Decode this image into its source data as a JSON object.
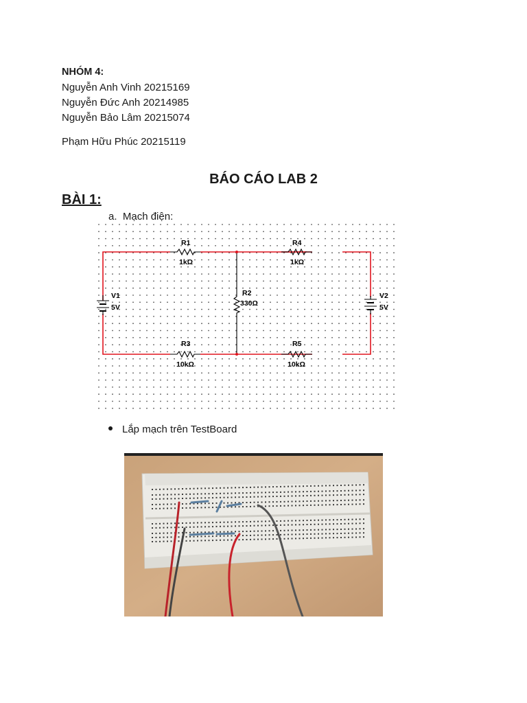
{
  "header": {
    "group_title": "NHÓM 4:",
    "members": [
      "Nguyễn Anh Vinh 20215169",
      "Nguyễn Đức Anh 20214985",
      "Nguyễn Bảo Lâm 20215074",
      "Phạm Hữu Phúc 20215119"
    ]
  },
  "report_title": "BÁO CÁO LAB 2",
  "section": {
    "title": "BÀI 1:",
    "item_a_label": "a.",
    "item_a_text": "Mạch điện:",
    "bullet_text": "Lắp mạch trên TestBoard"
  },
  "circuit": {
    "components": [
      {
        "name": "R1",
        "value": "1kΩ"
      },
      {
        "name": "R4",
        "value": "1kΩ"
      },
      {
        "name": "R2",
        "value": "330Ω"
      },
      {
        "name": "R3",
        "value": "10kΩ"
      },
      {
        "name": "R5",
        "value": "10kΩ"
      },
      {
        "name": "V1",
        "value": "5V"
      },
      {
        "name": "V2",
        "value": "5V"
      }
    ],
    "wire_color": "#e0141e"
  },
  "colors": {
    "text": "#1a1a1a",
    "wire": "#e0141e"
  }
}
